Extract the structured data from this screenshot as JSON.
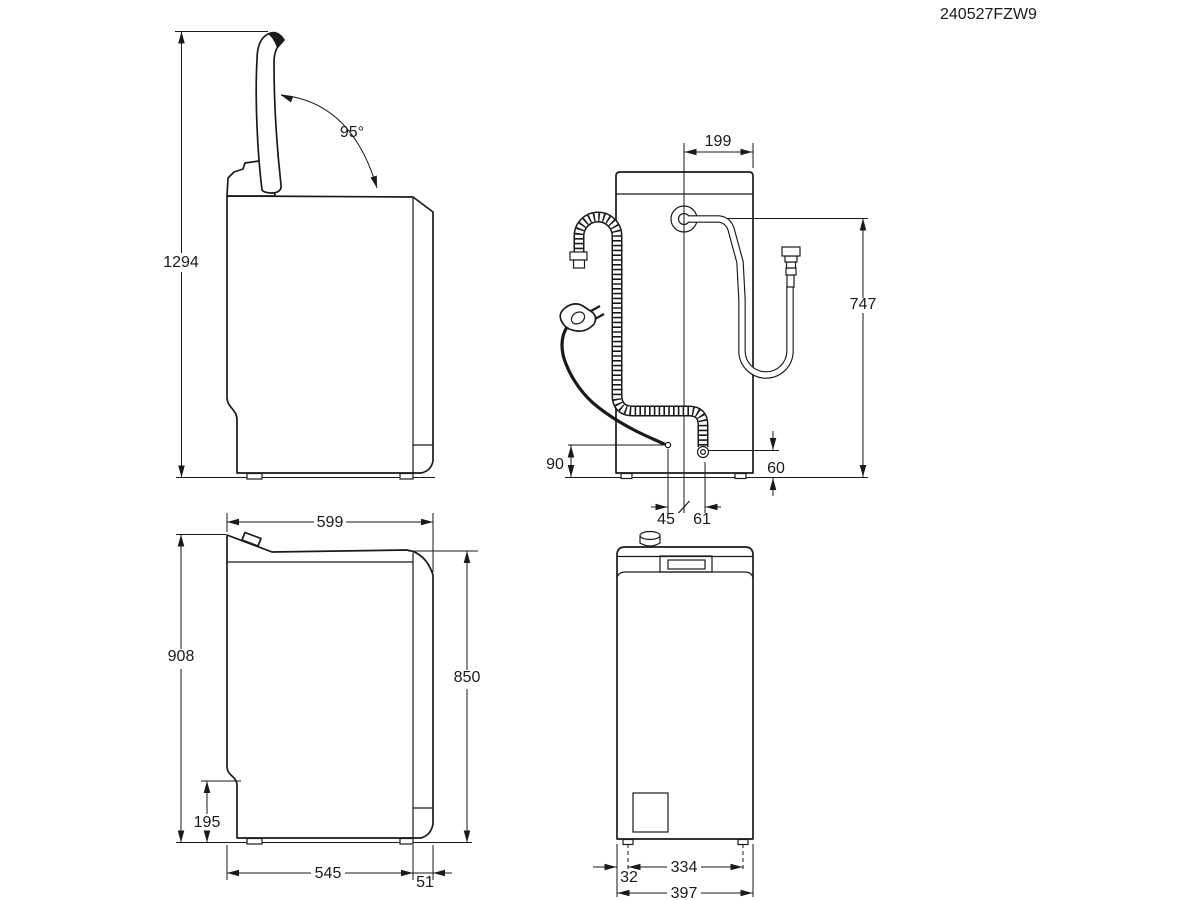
{
  "code": "240527FZW9",
  "views": {
    "side_open": {
      "height_open": "1294",
      "lid_angle": "95°"
    },
    "side_closed": {
      "depth_top": "599",
      "height_total": "908",
      "height_body": "850",
      "front_recess": "195",
      "depth_body": "545",
      "back_offset": "51"
    },
    "back": {
      "inlet_offset": "199",
      "hose_height": "747",
      "cord_height": "90",
      "drain_height": "60",
      "cord_offset": "45",
      "drain_offset": "61"
    },
    "front": {
      "feet_span": "334",
      "foot_inset": "32",
      "width": "397"
    }
  }
}
